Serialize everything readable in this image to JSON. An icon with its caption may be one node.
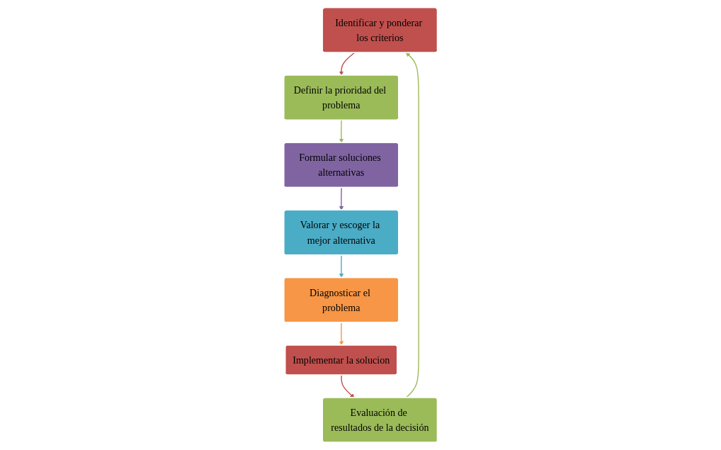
{
  "diagram": {
    "nodes": [
      {
        "text": [
          "Identificar y ponderar los criterios"
        ]
      },
      {
        "text": [
          "Definir la prioridad del problema"
        ]
      },
      {
        "text": [
          "Formular soluciones alternativas"
        ]
      },
      {
        "text": [
          "Valorar y escoger la mejor alternativa"
        ]
      },
      {
        "text": [
          "Diagnosticar el problema"
        ]
      },
      {
        "text": [
          "Implementar la solucion"
        ]
      },
      {
        "text": [
          "Evaluación de resultados de la decisión"
        ]
      }
    ],
    "edges": [
      {
        "from": 0,
        "to": 1,
        "arrow": "to",
        "color": "#c0504d"
      },
      {
        "from": 1,
        "to": 2,
        "arrow": "to",
        "color": "#9bbb59"
      },
      {
        "from": 2,
        "to": 3,
        "arrow": "to",
        "color": "#8064a2"
      },
      {
        "from": 3,
        "to": 4,
        "arrow": "to",
        "color": "#4bacc6"
      },
      {
        "from": 4,
        "to": 5,
        "arrow": "to",
        "color": "#f79646"
      },
      {
        "from": 5,
        "to": 6,
        "arrow": "to",
        "color": "#c0504d"
      },
      {
        "from": 6,
        "to": 0,
        "arrow": "to",
        "color": "#9bbb59"
      }
    ]
  }
}
